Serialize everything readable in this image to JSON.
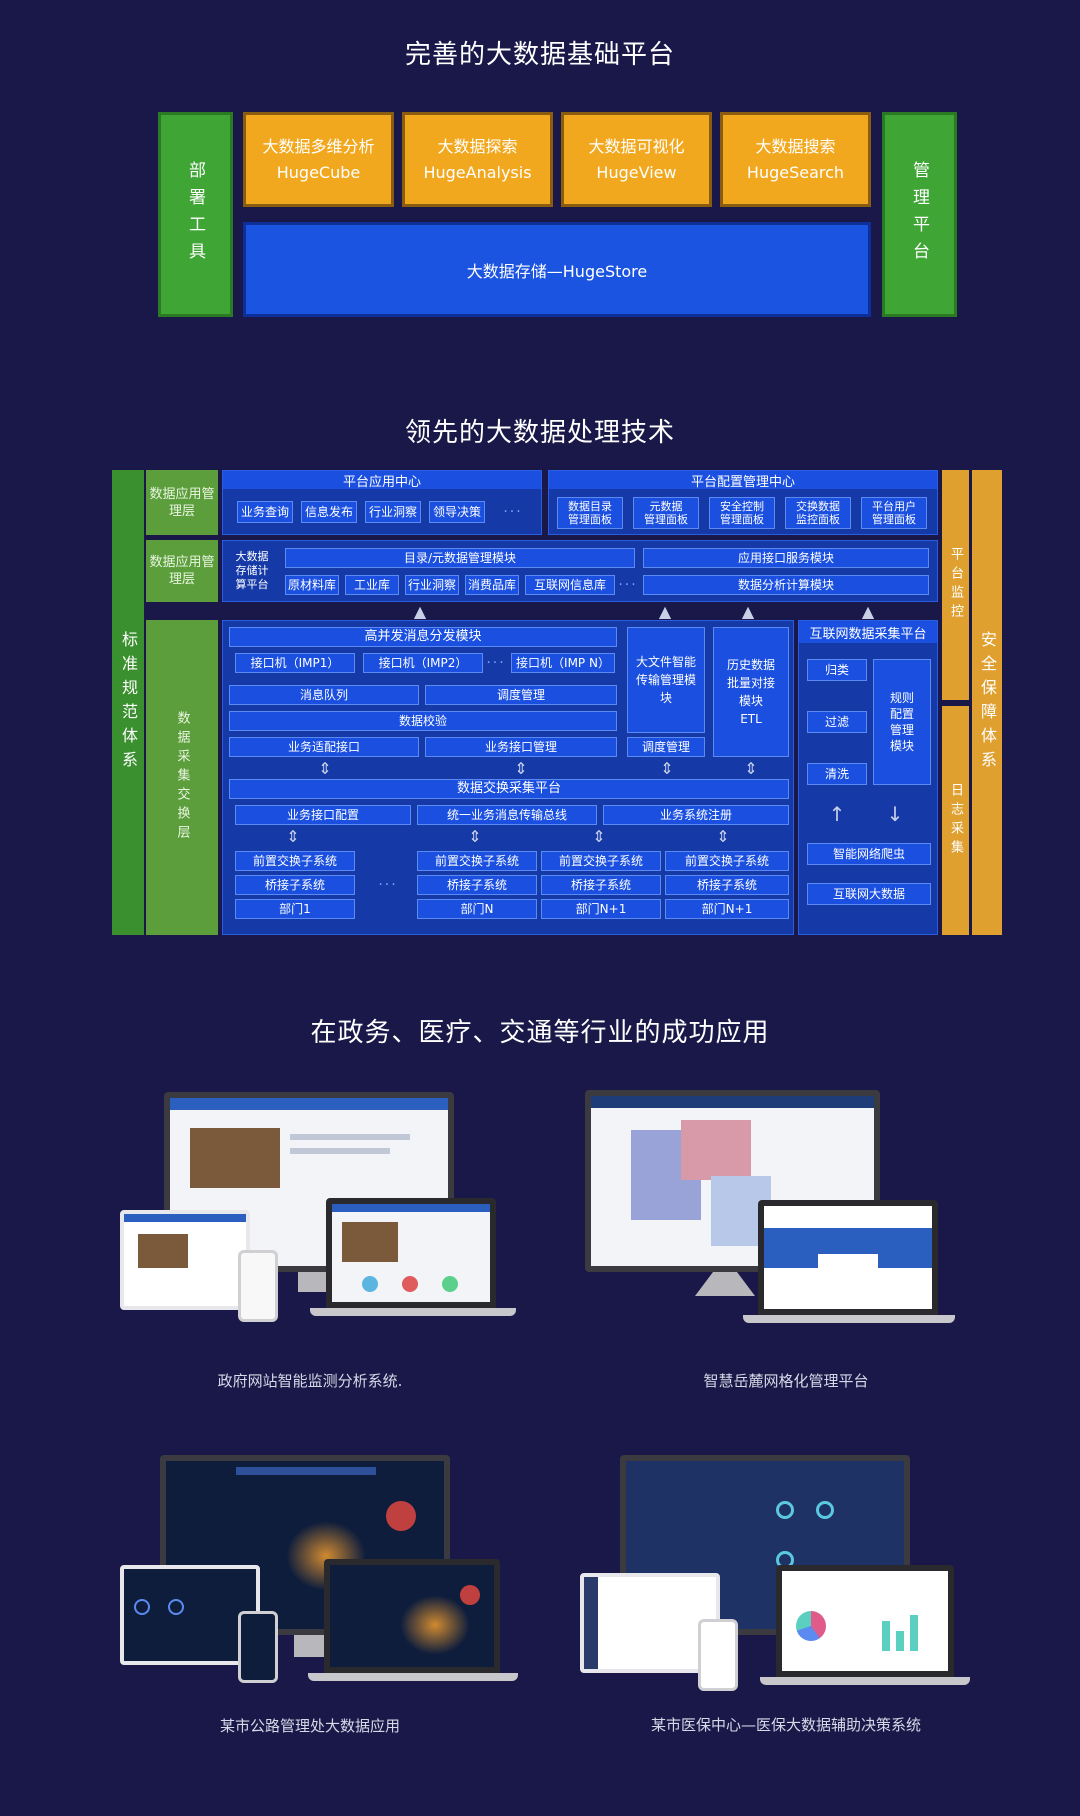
{
  "section1": {
    "title": "完善的大数据基础平台",
    "left_pillar": "部署工具",
    "right_pillar": "管理平台",
    "modules": [
      {
        "name": "大数据多维分析",
        "en": "HugeCube"
      },
      {
        "name": "大数据探索",
        "en": "HugeAnalysis"
      },
      {
        "name": "大数据可视化",
        "en": "HugeView"
      },
      {
        "name": "大数据搜索",
        "en": "HugeSearch"
      }
    ],
    "storage": "大数据存储—HugeStore"
  },
  "section2": {
    "title": "领先的大数据处理技术",
    "left_outer": "标准规范体系",
    "right_outer": "安全保障体系",
    "layer1_label": "数据应用管理层",
    "layer2_label": "数据应用管理层",
    "layer3_label": "数据采集交换层",
    "platform_app_center": "平台应用中心",
    "platform_app_items": [
      "业务查询",
      "信息发布",
      "行业洞察",
      "领导决策"
    ],
    "platform_config_center": "平台配置管理中心",
    "platform_config_items": [
      "数据目录\n管理面板",
      "元数据\n管理面板",
      "安全控制\n管理面板",
      "交换数据\n监控面板",
      "平台用户\n管理面板"
    ],
    "bigdata_storage_label": "大数据\n存储计\n算平台",
    "catalog_module": "目录/元数据管理模块",
    "catalog_items": [
      "原材料库",
      "工业库",
      "行业洞察",
      "消费品库",
      "互联网信息库"
    ],
    "app_interface_service": "应用接口服务模块",
    "data_analysis_compute": "数据分析计算模块",
    "platform_monitor": "平台监控",
    "log_collect": "日志采集",
    "hc_msg_module": "高并发消息分发模块",
    "interfaces": [
      "接口机（IMP1）",
      "接口机（IMP2）",
      "接口机（IMP N）"
    ],
    "msg_queue": "消息队列",
    "schedule_mgmt": "调度管理",
    "data_verify": "数据校验",
    "biz_adapter": "业务适配接口",
    "biz_interface_mgmt": "业务接口管理",
    "big_file": "大文件智能传输管理模块",
    "history_etl": "历史数据\n批量对接\n模块\nETL",
    "schedule_mgmt2": "调度管理",
    "internet_collect": "互联网数据采集平台",
    "collect_items": [
      "归类",
      "过滤",
      "清洗"
    ],
    "rule_config": "规则\n配置\n管理\n模块",
    "crawler": "智能网络爬虫",
    "internet_bigdata": "互联网大数据",
    "exchange_platform": "数据交换采集平台",
    "biz_interface_config": "业务接口配置",
    "unified_bus": "统一业务消息传输总线",
    "biz_system_register": "业务系统注册",
    "front_exchange": "前置交换子系统",
    "bridge": "桥接子系统",
    "departments": [
      "部门1",
      "部门N",
      "部门N+1",
      "部门N+1"
    ]
  },
  "section3": {
    "title": "在政务、医疗、交通等行业的成功应用",
    "cases": [
      {
        "caption": "政府网站智能监测分析系统."
      },
      {
        "caption": "智慧岳麓网格化管理平台"
      },
      {
        "caption": "某市公路管理处大数据应用"
      },
      {
        "caption": "某市医保中心—医保大数据辅助决策系统"
      }
    ]
  },
  "colors": {
    "background": "#1a1848",
    "green": "#3fa535",
    "orange": "#f2a81e",
    "blue": "#1a54e0",
    "gold": "#e0a030"
  }
}
